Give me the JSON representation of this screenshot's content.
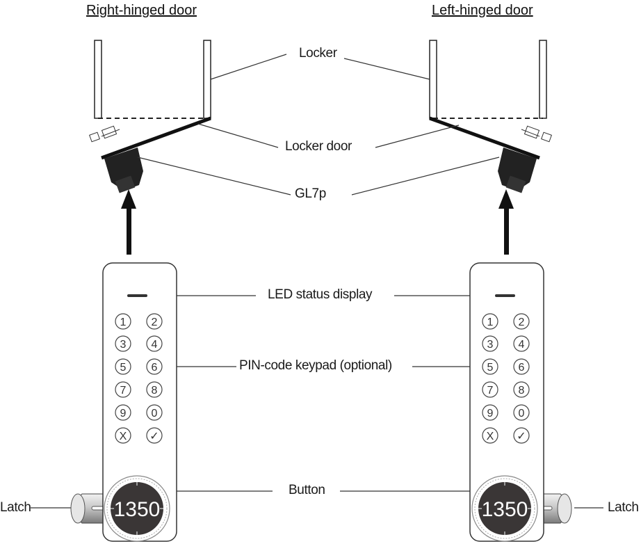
{
  "headings": {
    "right_hinged": "Right-hinged door",
    "left_hinged": "Left-hinged door"
  },
  "labels": {
    "locker": "Locker",
    "locker_door": "Locker door",
    "gl7p": "GL7p",
    "led_status": "LED status display",
    "keypad": "PIN-code keypad (optional)",
    "button": "Button",
    "latch_left": "Latch",
    "latch_right": "Latch"
  },
  "keypad_keys": [
    "1",
    "2",
    "3",
    "4",
    "5",
    "6",
    "7",
    "8",
    "9",
    "0",
    "X",
    "✓"
  ],
  "button_display": "1350",
  "colors": {
    "line": "#1a1a1a",
    "button_face": "#3a3636",
    "button_text": "#ffffff"
  }
}
